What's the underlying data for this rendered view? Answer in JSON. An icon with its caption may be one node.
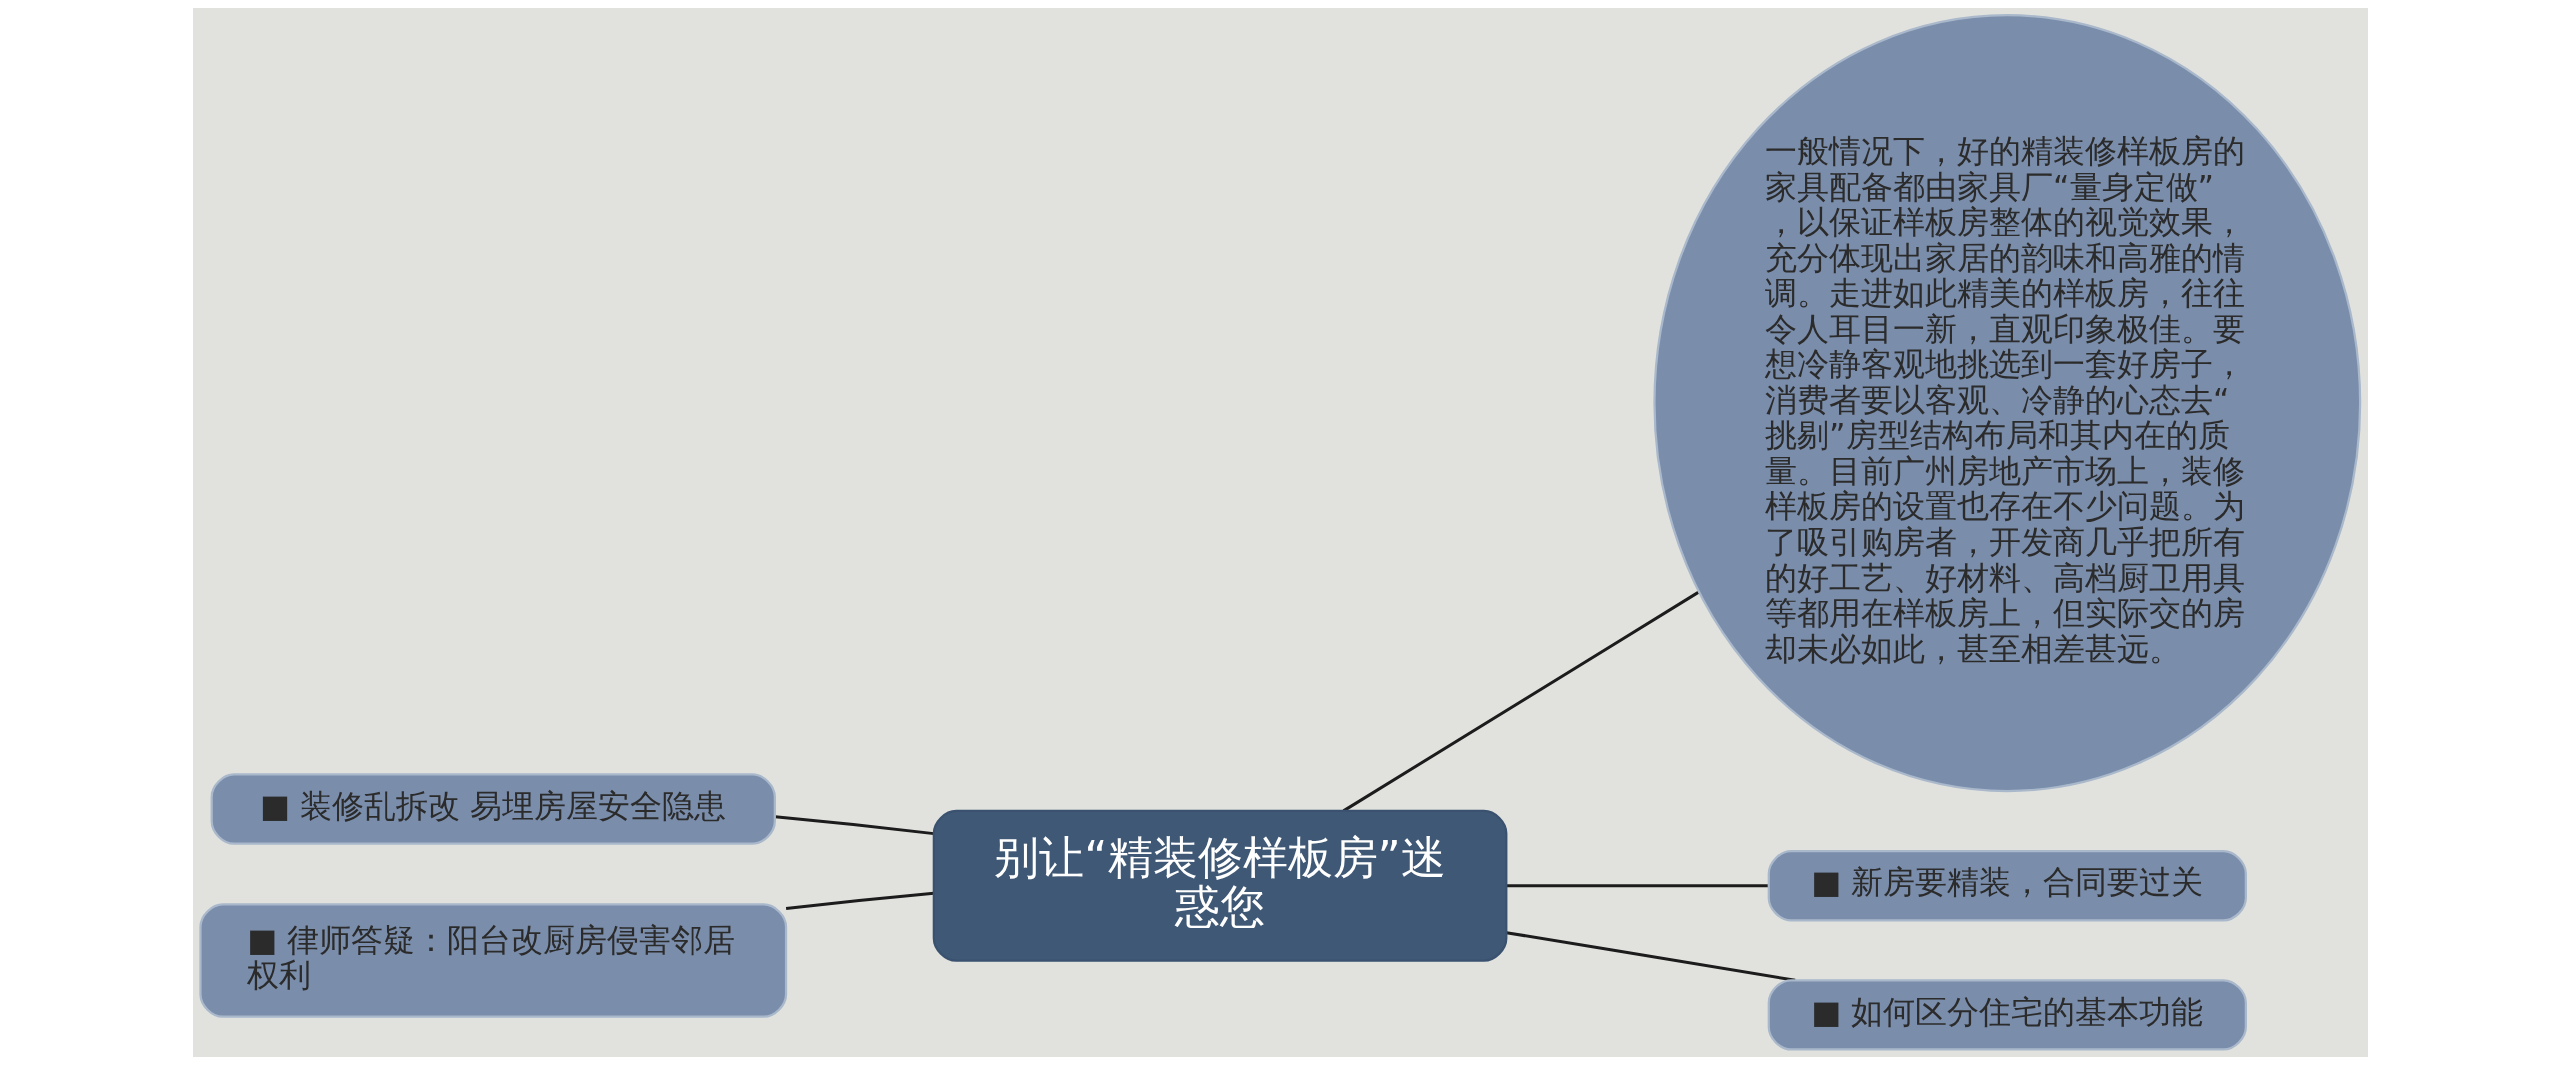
{
  "diagram": {
    "nodes": [
      {
        "text": [
          "别让“精装修样板房”迷惑您"
        ]
      },
      {
        "text": [
          "■ 装修乱拆改 易埋房屋安全隐患"
        ]
      },
      {
        "text": [
          "■ 律师答疑：阳台改厨房侵害邻居权利"
        ]
      },
      {
        "text": [
          "一般情况下，好的精装修样板房的家具配备都由家具厂“量身定做”，以保证样板房整体的视觉效果，充分体现出家居的韵味和高雅的情调。走进如此精美的样板房，往往令人耳目一新，直观印象极佳。要想冷静客观地挑选到一套好房子，消费者要以客观、冷静的心态去“挑剔”房型结构布局和其内在的质量。目前广州房地产市场上，装修样板房的设置也存在不少问题。为了吸引购房者，开发商几乎把所有的好工艺、好材料、高档厨卫用具等都用在样板房上，但实际交的房却未必如此，甚至相差甚远。"
        ]
      },
      {
        "text": [
          "■ 新房要精装，合同要过关"
        ]
      },
      {
        "text": [
          "■ 如何区分住宅的基本功能"
        ]
      }
    ],
    "edges": [
      {
        "from": 0,
        "to": 1,
        "arrow": "none"
      },
      {
        "from": 0,
        "to": 2,
        "arrow": "none"
      },
      {
        "from": 0,
        "to": 3,
        "arrow": "none"
      },
      {
        "from": 0,
        "to": 4,
        "arrow": "none"
      },
      {
        "from": 0,
        "to": 5,
        "arrow": "none"
      }
    ]
  }
}
